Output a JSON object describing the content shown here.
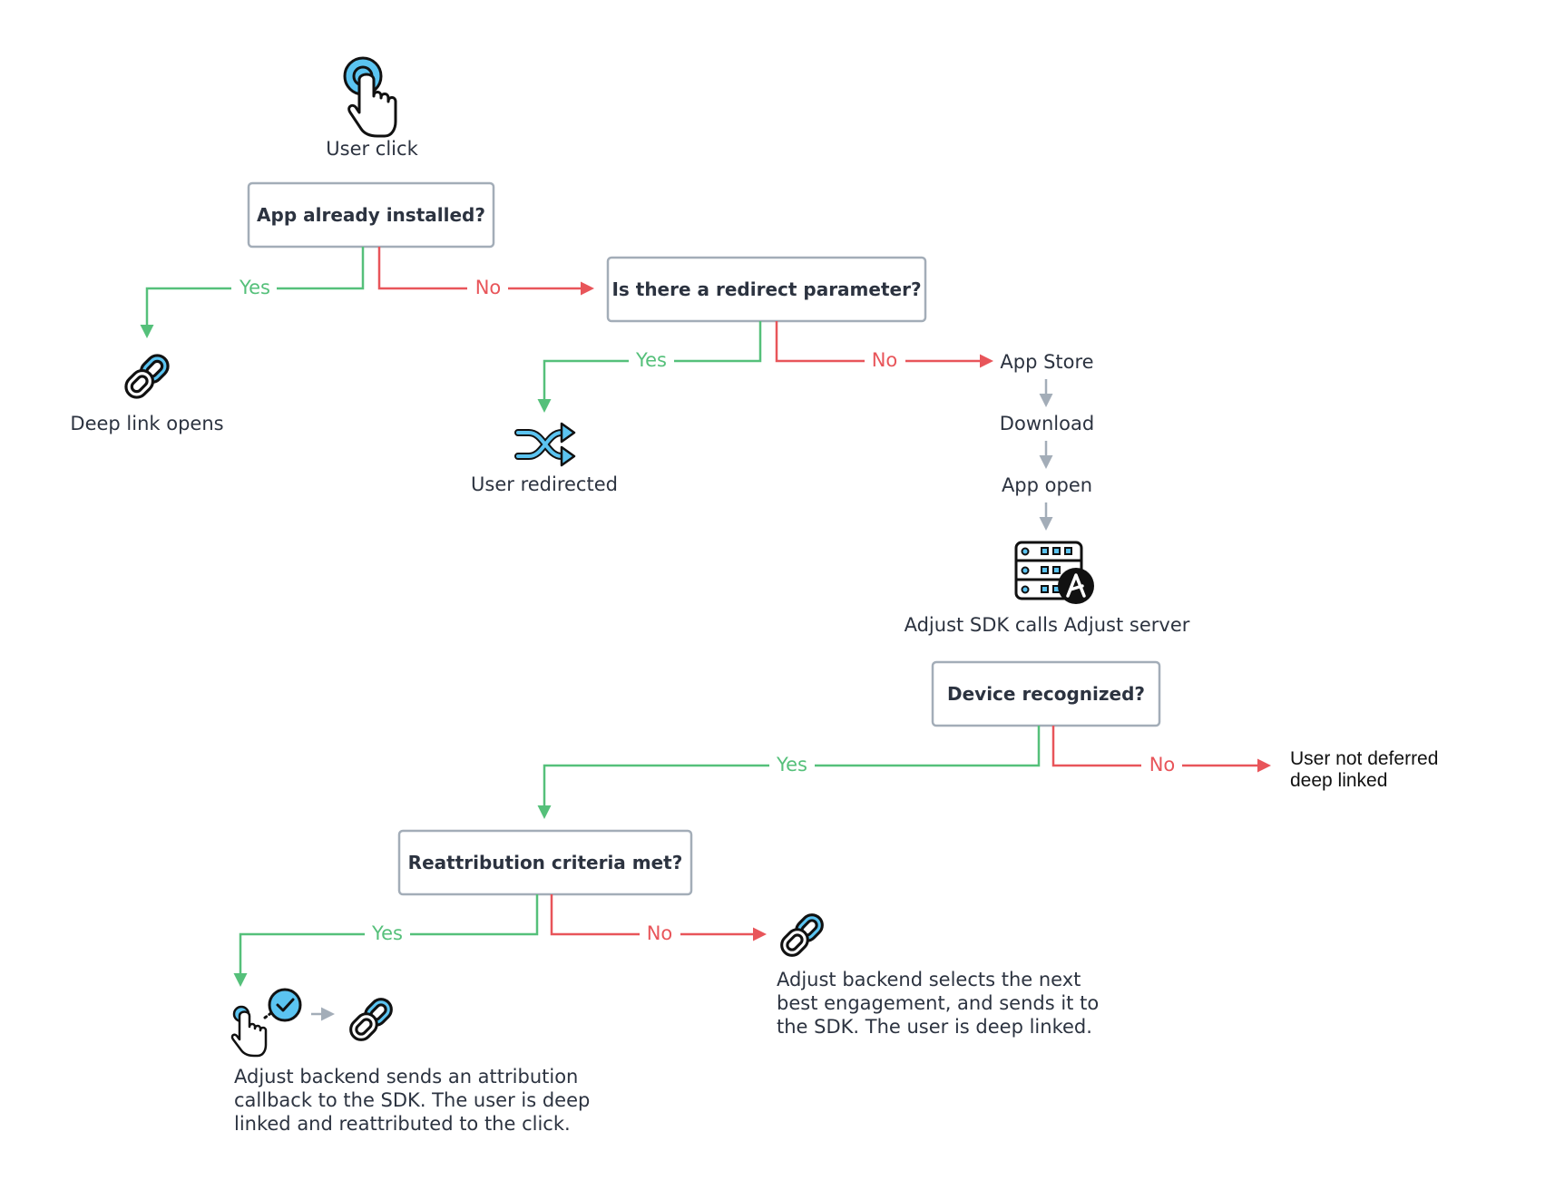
{
  "colors": {
    "yes": "#55c07a",
    "no": "#e8555a",
    "neutral": "#a3adb8",
    "icon": "#5bc4f1",
    "text": "#2c3340"
  },
  "branch": {
    "yes": "Yes",
    "no": "No"
  },
  "start": {
    "label": "User click",
    "icon": "tap-icon"
  },
  "q1": {
    "label": "App already installed?"
  },
  "q2": {
    "label": "Is there a redirect parameter?"
  },
  "q3": {
    "label": "Device recognized?"
  },
  "q4": {
    "label": "Reattribution criteria met?"
  },
  "outcomes": {
    "deep_link": {
      "label": "Deep link opens",
      "icon": "link-icon"
    },
    "redirected": {
      "label": "User redirected",
      "icon": "shuffle-icon"
    },
    "not_deferred": {
      "line1": "User not deferred",
      "line2": "deep linked"
    },
    "next_best": {
      "line1": "Adjust backend selects the next",
      "line2": "best engagement, and sends it to",
      "line3": "the SDK. The user is deep linked.",
      "icon": "link-icon"
    },
    "reattributed": {
      "line1": "Adjust backend sends an attribution",
      "line2": "callback to the SDK. The user is deep",
      "line3": "linked and reattributed to the click.",
      "icons": [
        "tap-check-icon",
        "link-icon"
      ]
    }
  },
  "install_flow": {
    "steps": [
      "App Store",
      "Download",
      "App open"
    ],
    "server": {
      "label": "Adjust SDK calls Adjust server",
      "icon": "server-icon"
    }
  }
}
